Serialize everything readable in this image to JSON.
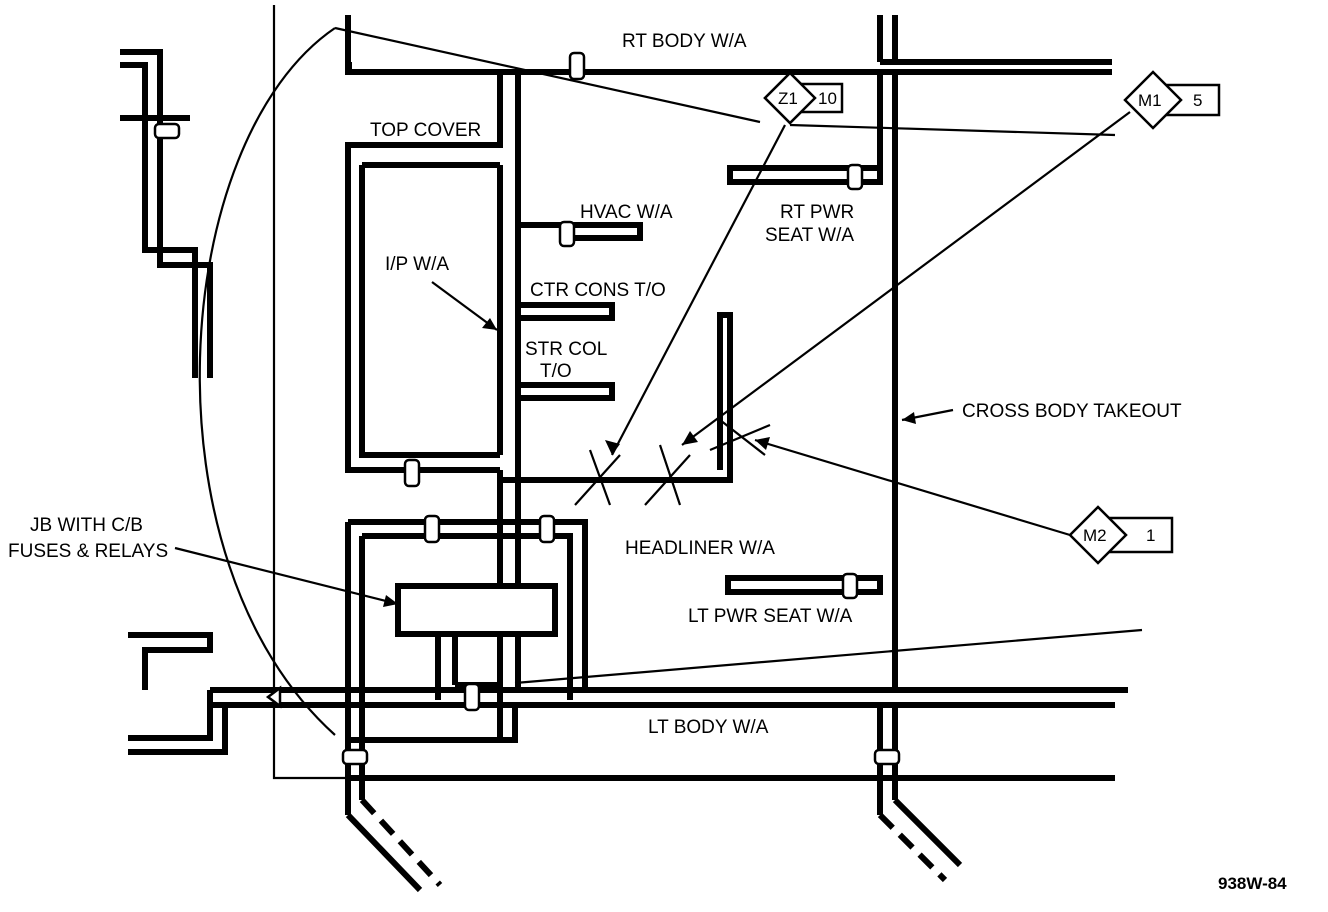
{
  "labels": {
    "rt_body": "RT BODY W/A",
    "top_cover": "TOP COVER",
    "hvac": "HVAC W/A",
    "rt_pwr_seat_1": "RT PWR",
    "rt_pwr_seat_2": "SEAT W/A",
    "ip": "I/P W/A",
    "ctr_cons": "CTR CONS T/O",
    "str_col_1": "STR COL",
    "str_col_2": "T/O",
    "cross_body": "CROSS BODY TAKEOUT",
    "jb_1": "JB WITH C/B",
    "jb_2": "FUSES & RELAYS",
    "headliner": "HEADLINER W/A",
    "lt_pwr_seat": "LT PWR SEAT W/A",
    "lt_body": "LT BODY W/A",
    "figure_id": "938W-84"
  },
  "callouts": [
    {
      "code": "Z1",
      "number": "10"
    },
    {
      "code": "M1",
      "number": "5"
    },
    {
      "code": "M2",
      "number": "1"
    }
  ]
}
